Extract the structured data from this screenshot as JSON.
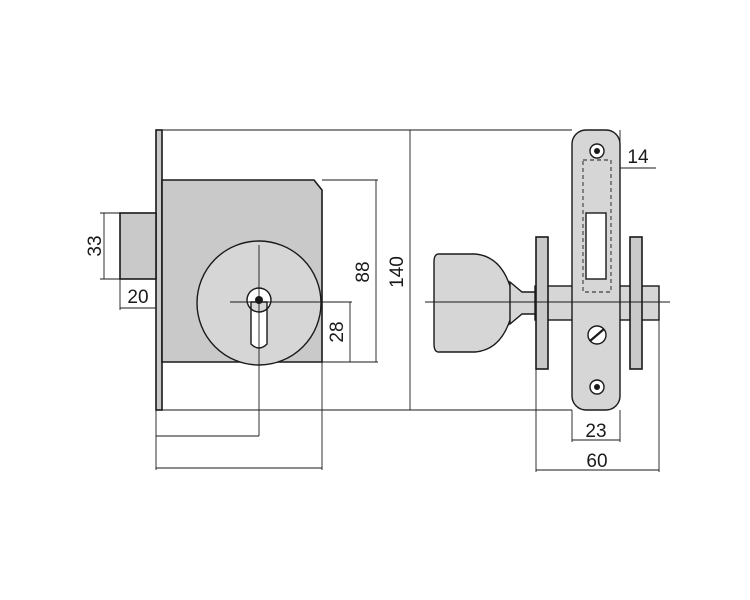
{
  "dimensions": {
    "d33": "33",
    "d20": "20",
    "d88": "88",
    "d140": "140",
    "d28": "28",
    "d14": "14",
    "d23": "23",
    "d60": "60"
  },
  "colors": {
    "ink": "#1a1a1a",
    "shading": "#c9c9c9",
    "background": "#ffffff"
  }
}
